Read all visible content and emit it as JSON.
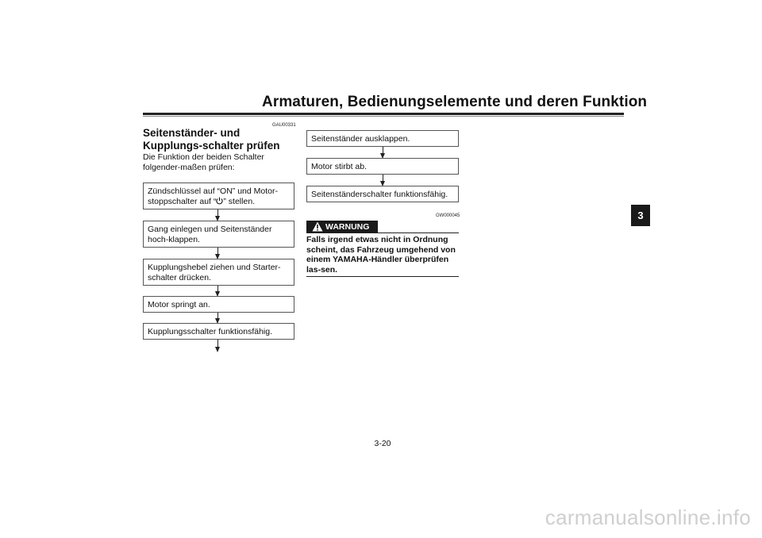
{
  "header": {
    "title": "Armaturen, Bedienungselemente und deren Funktion",
    "chapter_tab": "3"
  },
  "section": {
    "code": "GAU00331",
    "heading": "Seitenständer- und Kupplungs-schalter prüfen",
    "intro": "Die Funktion der beiden Schalter folgender-maßen prüfen:"
  },
  "flow_left": [
    {
      "text_before": "Zündschlüssel auf “ON” und Motor-stoppschalter auf “",
      "icon": "engine-stop-run-icon",
      "text_after": "” stellen."
    },
    {
      "text": "Gang einlegen und Seitenständer hoch-klappen."
    },
    {
      "text": "Kupplungshebel ziehen und Starter-schalter drücken."
    },
    {
      "text": "Motor springt an."
    },
    {
      "text": "Kupplungsschalter funktionsfähig."
    }
  ],
  "flow_right": [
    {
      "text": "Seitenständer ausklappen."
    },
    {
      "text": "Motor stirbt ab."
    },
    {
      "text": "Seitenständerschalter funktionsfähig."
    }
  ],
  "warning": {
    "code": "GW000045",
    "label": "WARNUNG",
    "icon": "warning-triangle-icon",
    "text": "Falls irgend etwas nicht in Ordnung scheint, das Fahrzeug umgehend von einem YAMAHA-Händler überprüfen las-sen."
  },
  "footer": {
    "page_number": "3-20",
    "watermark": "carmanualsonline.info"
  }
}
